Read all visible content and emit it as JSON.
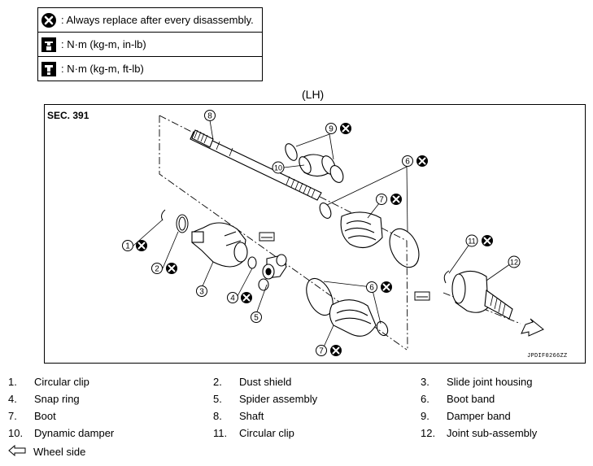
{
  "legend": [
    {
      "icon": "always-replace-icon",
      "text": ": Always replace after every disassembly."
    },
    {
      "icon": "torque-inlb-icon",
      "text": ": N·m (kg-m, in-lb)"
    },
    {
      "icon": "torque-ftlb-icon",
      "text": ": N·m (kg-m, ft-lb)"
    }
  ],
  "diagram": {
    "side_label": "(LH)",
    "section": "SEC. 391",
    "image_code": "JPDIF0266ZZ",
    "callouts": {
      "c1": "1",
      "c2": "2",
      "c3": "3",
      "c4": "4",
      "c5": "5",
      "c6a": "6",
      "c6b": "6",
      "c7a": "7",
      "c7b": "7",
      "c8": "8",
      "c9": "9",
      "c10": "10",
      "c11": "11",
      "c12": "12"
    }
  },
  "parts": [
    {
      "num": "1.",
      "name": "Circular clip"
    },
    {
      "num": "2.",
      "name": "Dust shield"
    },
    {
      "num": "3.",
      "name": "Slide joint housing"
    },
    {
      "num": "4.",
      "name": "Snap ring"
    },
    {
      "num": "5.",
      "name": "Spider assembly"
    },
    {
      "num": "6.",
      "name": "Boot band"
    },
    {
      "num": "7.",
      "name": "Boot"
    },
    {
      "num": "8.",
      "name": "Shaft"
    },
    {
      "num": "9.",
      "name": "Damper band"
    },
    {
      "num": "10.",
      "name": "Dynamic damper"
    },
    {
      "num": "11.",
      "name": "Circular clip"
    },
    {
      "num": "12.",
      "name": "Joint sub-assembly"
    }
  ],
  "wheel_side": {
    "icon": "wheel-side-arrow-icon",
    "label": "Wheel side"
  }
}
